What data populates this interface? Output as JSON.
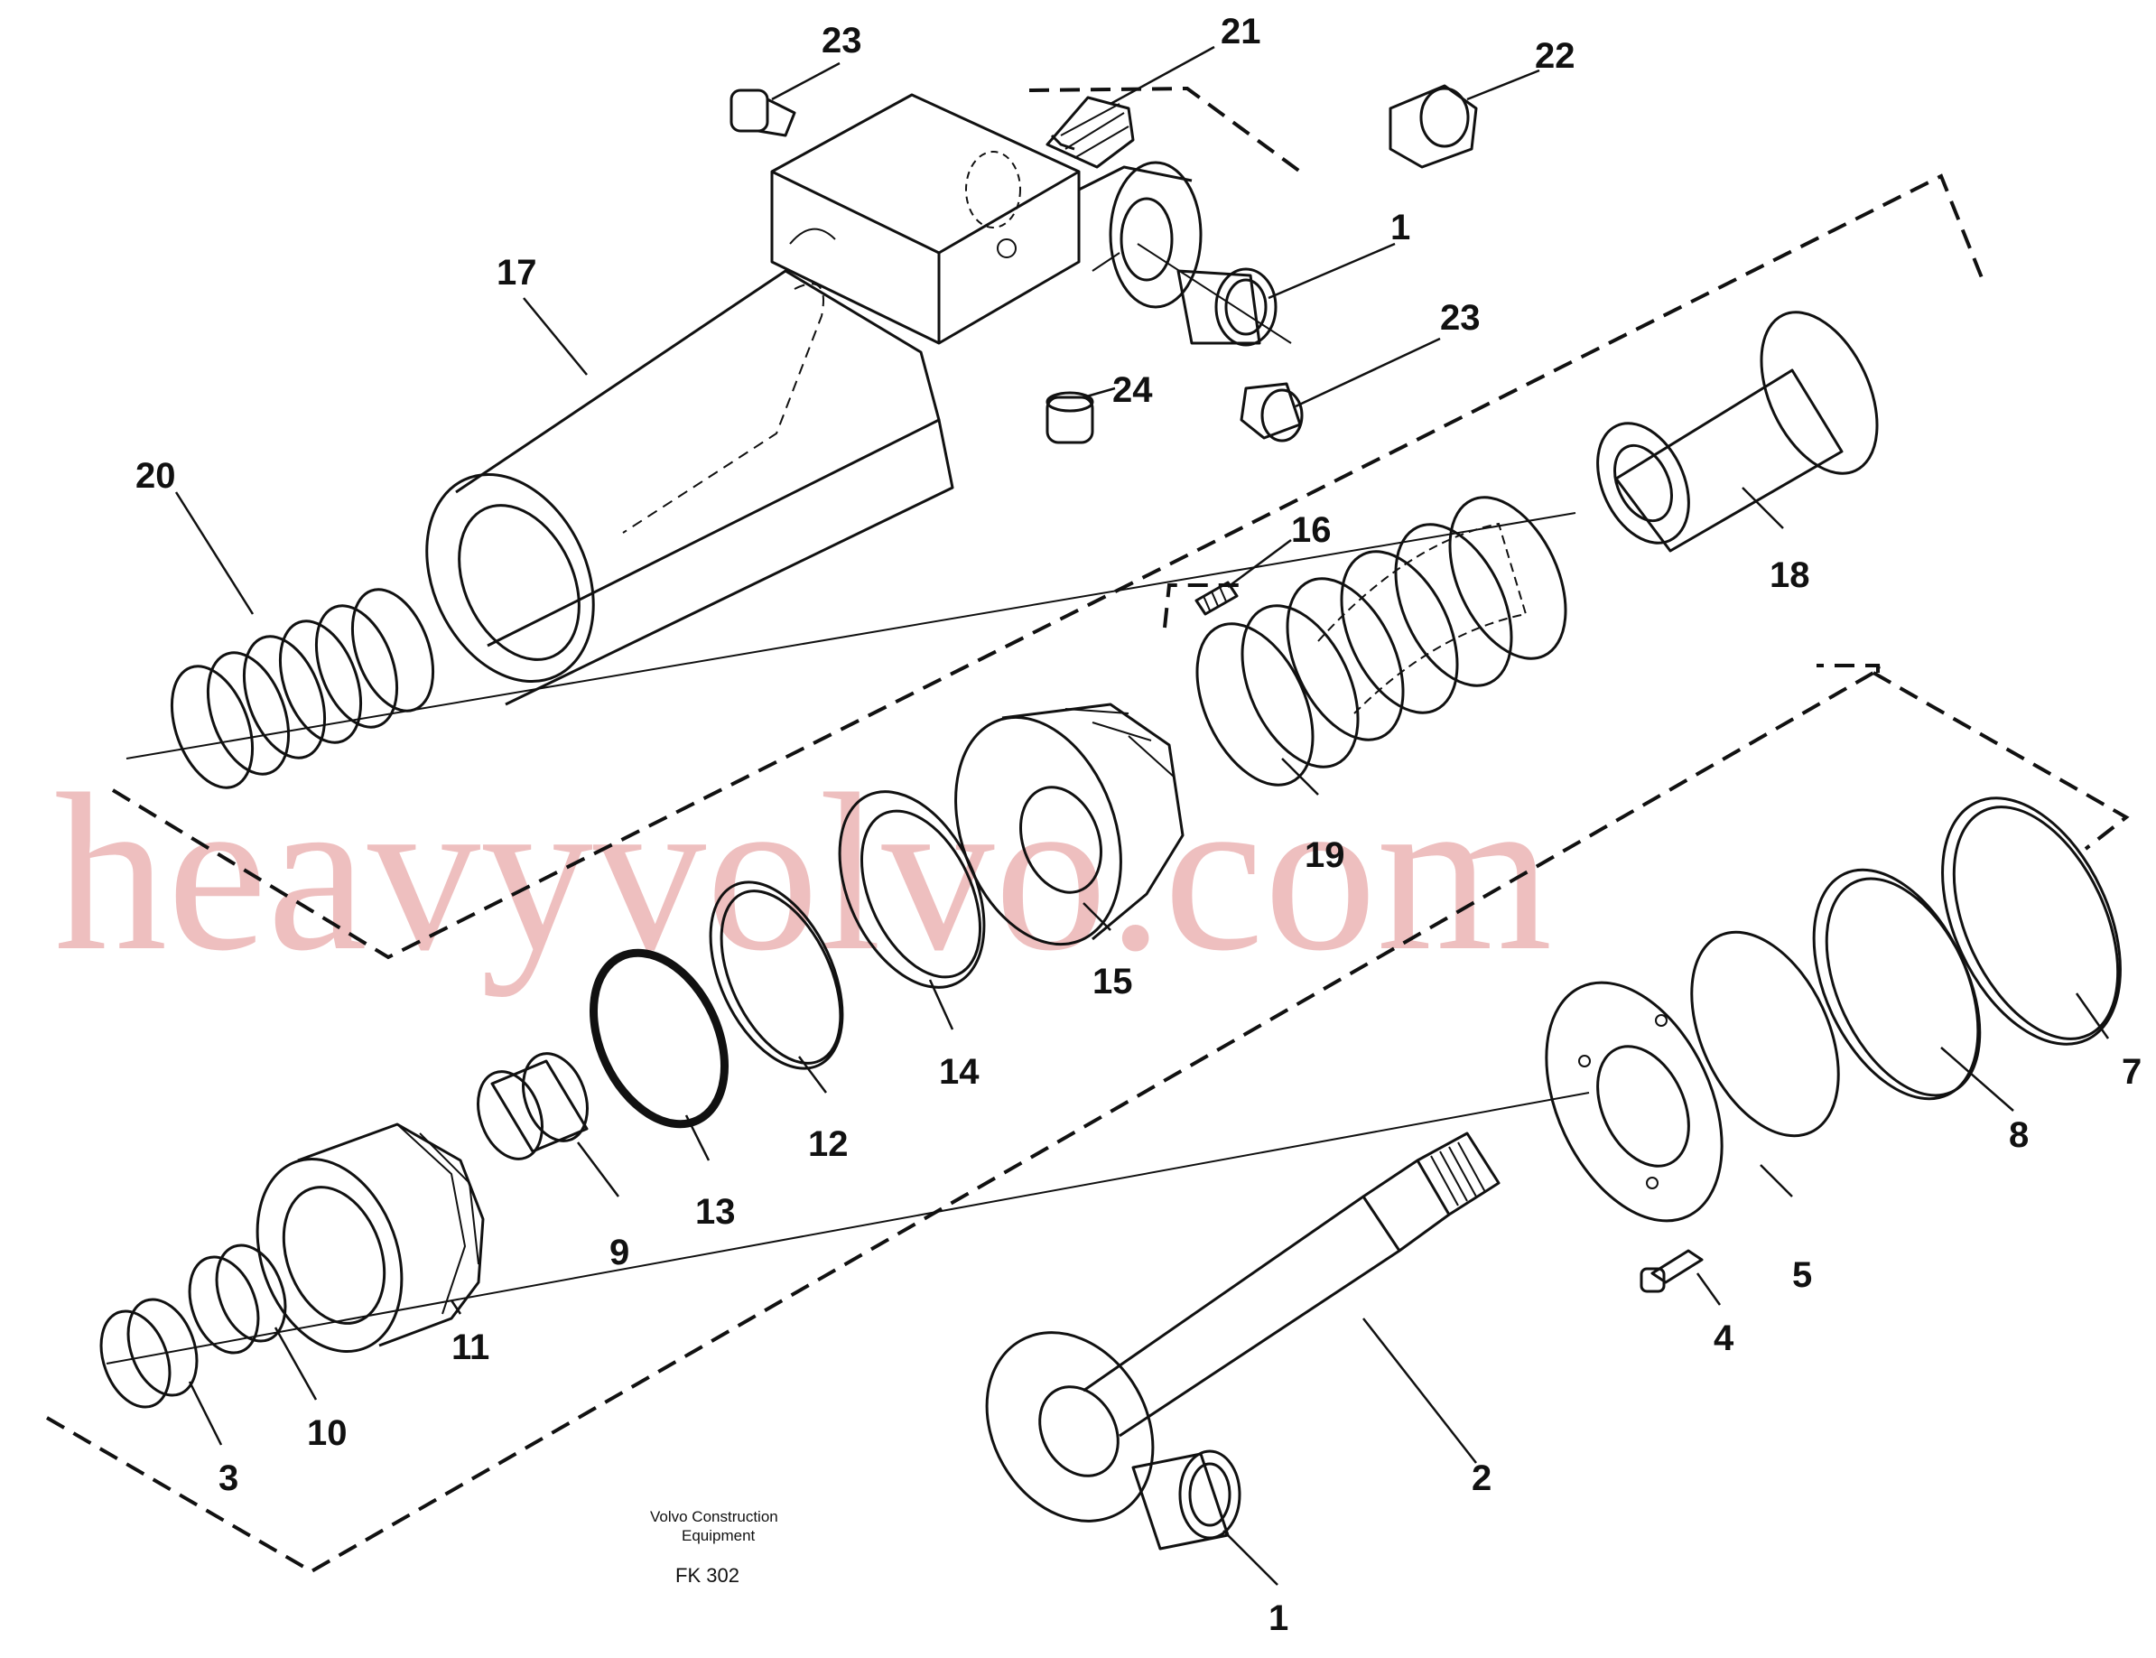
{
  "diagram": {
    "callouts": [
      "23",
      "21",
      "22",
      "17",
      "1",
      "23",
      "24",
      "20",
      "16",
      "18",
      "19",
      "15",
      "14",
      "12",
      "13",
      "9",
      "11",
      "10",
      "3",
      "7",
      "8",
      "5",
      "4",
      "2",
      "1"
    ],
    "footer": {
      "line1": "Volvo Construction",
      "line2": "Equipment",
      "code": "FK 302"
    },
    "watermark": "heavyvolvo.com"
  }
}
